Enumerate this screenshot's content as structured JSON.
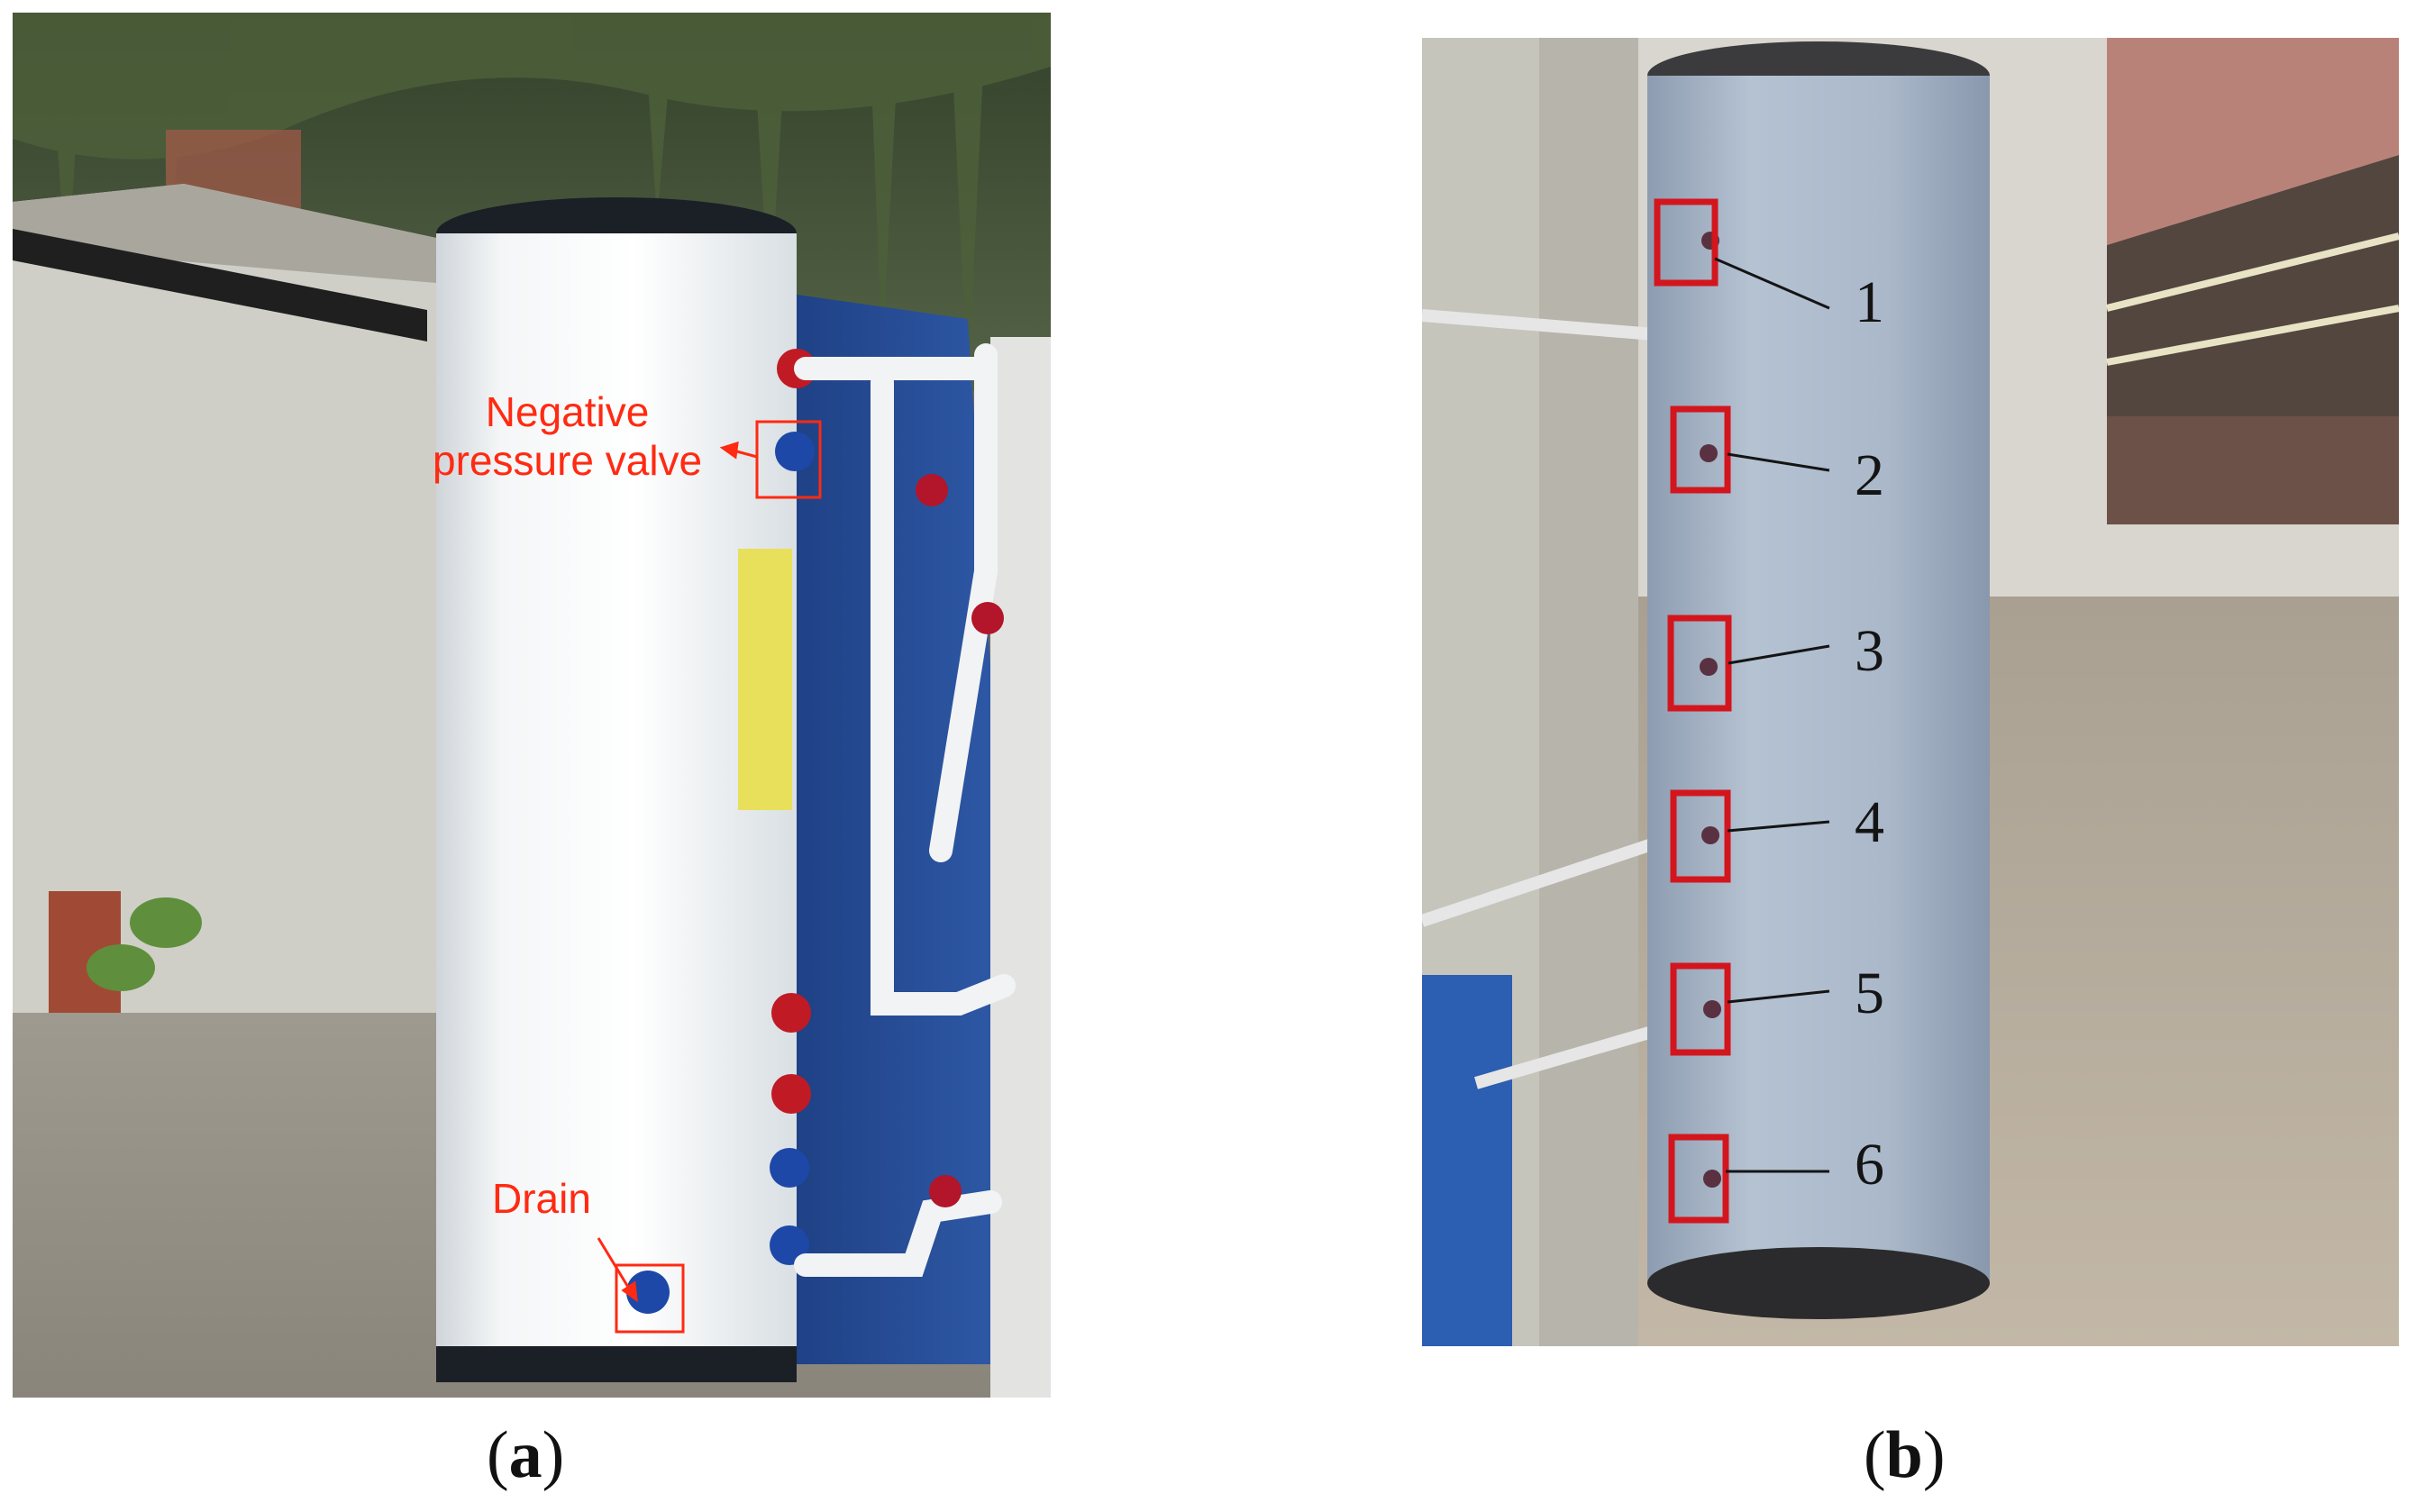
{
  "panel_a": {
    "callout_valve_line1": "Negative",
    "callout_valve_line2": "pressure valve",
    "callout_drain": "Drain",
    "caption_open": "(",
    "caption_letter": "a",
    "caption_close": ")"
  },
  "panel_b": {
    "sensor_numbers": [
      "1",
      "2",
      "3",
      "4",
      "5",
      "6"
    ],
    "caption_open": "(",
    "caption_letter": "b",
    "caption_close": ")"
  },
  "colors": {
    "callout": "#ff2a12",
    "highlight_box_b": "#d3161d",
    "tank_a": "#eef1f3",
    "tank_b": "#a6b4c6"
  }
}
